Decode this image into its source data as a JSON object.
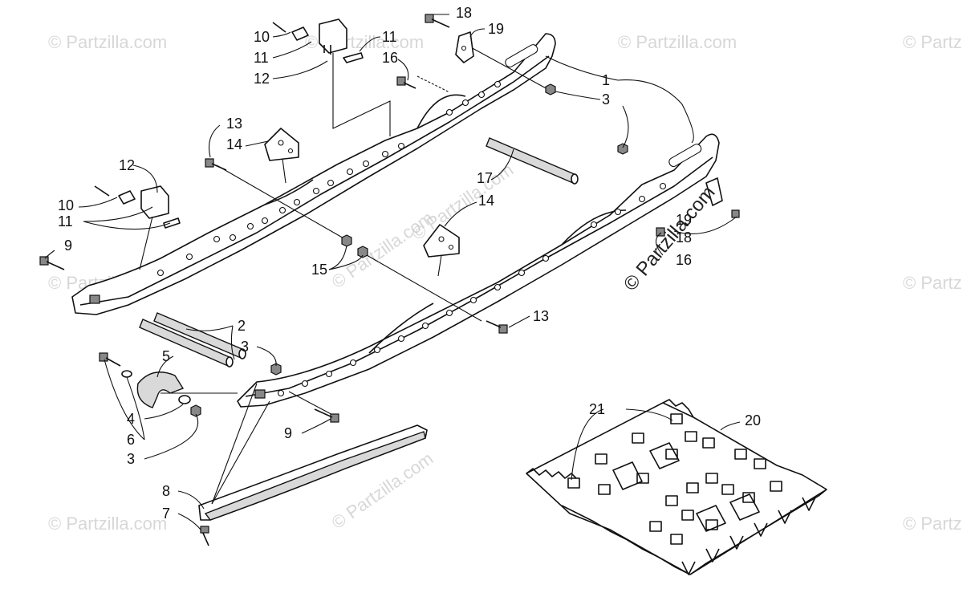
{
  "watermark": {
    "text": "© Partzilla.com",
    "main_text": "© Partzilla.com"
  },
  "callouts": [
    {
      "id": "c-10a",
      "label": "10"
    },
    {
      "id": "c-11a",
      "label": "11"
    },
    {
      "id": "c-11b",
      "label": "11"
    },
    {
      "id": "c-12a",
      "label": "12"
    },
    {
      "id": "c-16a",
      "label": "16"
    },
    {
      "id": "c-18a",
      "label": "18"
    },
    {
      "id": "c-19a",
      "label": "19"
    },
    {
      "id": "c-1",
      "label": "1"
    },
    {
      "id": "c-3a",
      "label": "3"
    },
    {
      "id": "c-13a",
      "label": "13"
    },
    {
      "id": "c-14a",
      "label": "14"
    },
    {
      "id": "c-12b",
      "label": "12"
    },
    {
      "id": "c-10b",
      "label": "10"
    },
    {
      "id": "c-11c",
      "label": "11"
    },
    {
      "id": "c-9a",
      "label": "9"
    },
    {
      "id": "c-17",
      "label": "17"
    },
    {
      "id": "c-14b",
      "label": "14"
    },
    {
      "id": "c-19b",
      "label": "19"
    },
    {
      "id": "c-18b",
      "label": "18"
    },
    {
      "id": "c-16b",
      "label": "16"
    },
    {
      "id": "c-15",
      "label": "15"
    },
    {
      "id": "c-13b",
      "label": "13"
    },
    {
      "id": "c-2",
      "label": "2"
    },
    {
      "id": "c-3b",
      "label": "3"
    },
    {
      "id": "c-5",
      "label": "5"
    },
    {
      "id": "c-4",
      "label": "4"
    },
    {
      "id": "c-6",
      "label": "6"
    },
    {
      "id": "c-3c",
      "label": "3"
    },
    {
      "id": "c-9b",
      "label": "9"
    },
    {
      "id": "c-21",
      "label": "21"
    },
    {
      "id": "c-20",
      "label": "20"
    },
    {
      "id": "c-8",
      "label": "8"
    },
    {
      "id": "c-7",
      "label": "7"
    }
  ]
}
